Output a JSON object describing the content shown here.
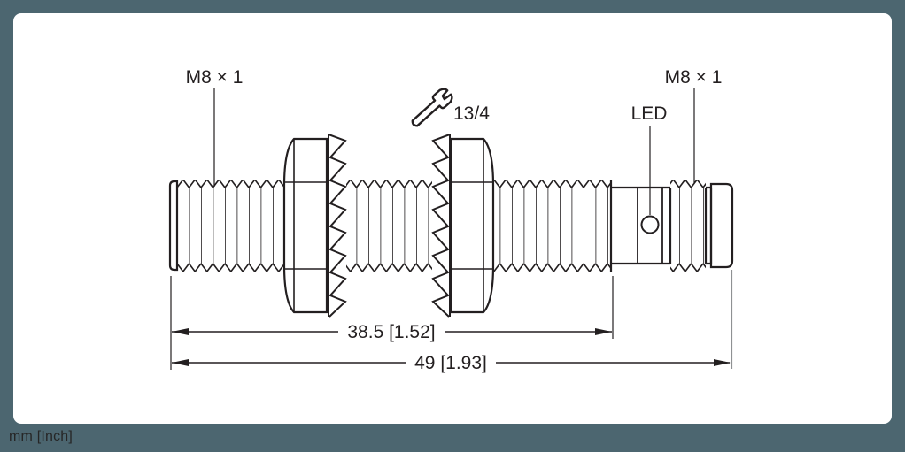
{
  "drawing_title": "M8 barrel sensor dimensional drawing",
  "colors": {
    "matte": "#4C6670",
    "card": "#FFFFFF",
    "ink": "#231F20",
    "extension_line_gray": "#8F9193"
  },
  "labels": {
    "thread_left": "M8 × 1",
    "thread_right": "M8 × 1",
    "led": "LED",
    "wrench_size": "13/4"
  },
  "icons": {
    "wrench": "wrench-icon"
  },
  "dimensions": {
    "thread_length": "38.5 [1.52]",
    "overall_length": "49 [1.93]"
  },
  "units_note": "mm [Inch]"
}
